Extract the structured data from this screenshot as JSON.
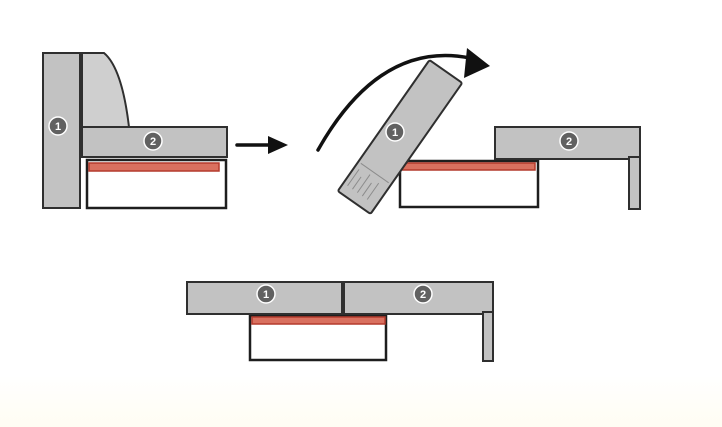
{
  "diagram": {
    "steps": [
      {
        "name": "folded",
        "parts": [
          {
            "label": "1",
            "role": "backrest"
          },
          {
            "label": "2",
            "role": "seat"
          }
        ]
      },
      {
        "name": "tilting",
        "parts": [
          {
            "label": "1",
            "role": "backrest"
          },
          {
            "label": "2",
            "role": "seat"
          }
        ]
      },
      {
        "name": "unfolded",
        "parts": [
          {
            "label": "1",
            "role": "backrest"
          },
          {
            "label": "2",
            "role": "seat"
          }
        ]
      }
    ],
    "colors": {
      "upholstery": "#c2c2c2",
      "outline": "#2f2f2f",
      "mattress": "#d9705f",
      "badge": "#616161",
      "arrow": "#111111"
    }
  }
}
